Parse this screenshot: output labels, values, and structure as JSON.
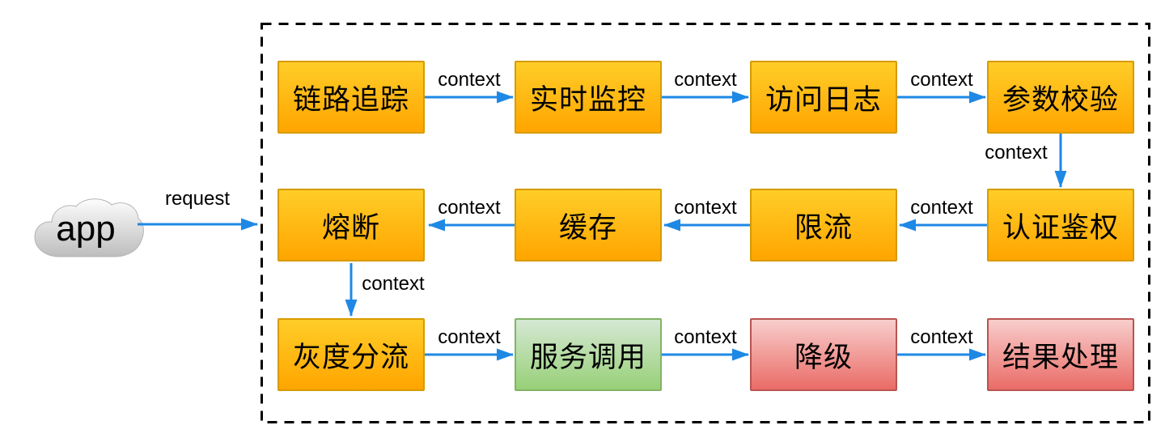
{
  "diagram": {
    "external_node": {
      "id": "app",
      "label": "app"
    },
    "nodes": [
      {
        "id": "link-tracing",
        "label": "链路追踪",
        "color": "orange"
      },
      {
        "id": "realtime-monitoring",
        "label": "实时监控",
        "color": "orange"
      },
      {
        "id": "access-log",
        "label": "访问日志",
        "color": "orange"
      },
      {
        "id": "param-validation",
        "label": "参数校验",
        "color": "orange"
      },
      {
        "id": "auth",
        "label": "认证鉴权",
        "color": "orange"
      },
      {
        "id": "rate-limit",
        "label": "限流",
        "color": "orange"
      },
      {
        "id": "cache",
        "label": "缓存",
        "color": "orange"
      },
      {
        "id": "circuit-breaker",
        "label": "熔断",
        "color": "orange"
      },
      {
        "id": "gray-routing",
        "label": "灰度分流",
        "color": "orange"
      },
      {
        "id": "service-call",
        "label": "服务调用",
        "color": "green"
      },
      {
        "id": "degrade",
        "label": "降级",
        "color": "red"
      },
      {
        "id": "result-handling",
        "label": "结果处理",
        "color": "red"
      }
    ],
    "edges": [
      {
        "from": "app",
        "to": "pipeline-boundary",
        "label": "request"
      },
      {
        "from": "link-tracing",
        "to": "realtime-monitoring",
        "label": "context"
      },
      {
        "from": "realtime-monitoring",
        "to": "access-log",
        "label": "context"
      },
      {
        "from": "access-log",
        "to": "param-validation",
        "label": "context"
      },
      {
        "from": "param-validation",
        "to": "auth",
        "label": "context"
      },
      {
        "from": "auth",
        "to": "rate-limit",
        "label": "context"
      },
      {
        "from": "rate-limit",
        "to": "cache",
        "label": "context"
      },
      {
        "from": "cache",
        "to": "circuit-breaker",
        "label": "context"
      },
      {
        "from": "circuit-breaker",
        "to": "gray-routing",
        "label": "context"
      },
      {
        "from": "gray-routing",
        "to": "service-call",
        "label": "context"
      },
      {
        "from": "service-call",
        "to": "degrade",
        "label": "context"
      },
      {
        "from": "degrade",
        "to": "result-handling",
        "label": "context"
      }
    ],
    "colors": {
      "arrow": "#1E88E5",
      "boundary": "#000000",
      "text": "#000000",
      "orange_fill_top": "#FFCD28",
      "orange_fill_bottom": "#FFA500",
      "orange_border": "#D79B00",
      "green_fill_top": "#D5E8D4",
      "green_fill_bottom": "#97D077",
      "green_border": "#82B366",
      "red_fill_top": "#F8CECC",
      "red_fill_bottom": "#EA6B66",
      "red_border": "#B85450",
      "cloud_fill_top": "#FDFDFD",
      "cloud_fill_bottom": "#BDBDBD"
    }
  }
}
